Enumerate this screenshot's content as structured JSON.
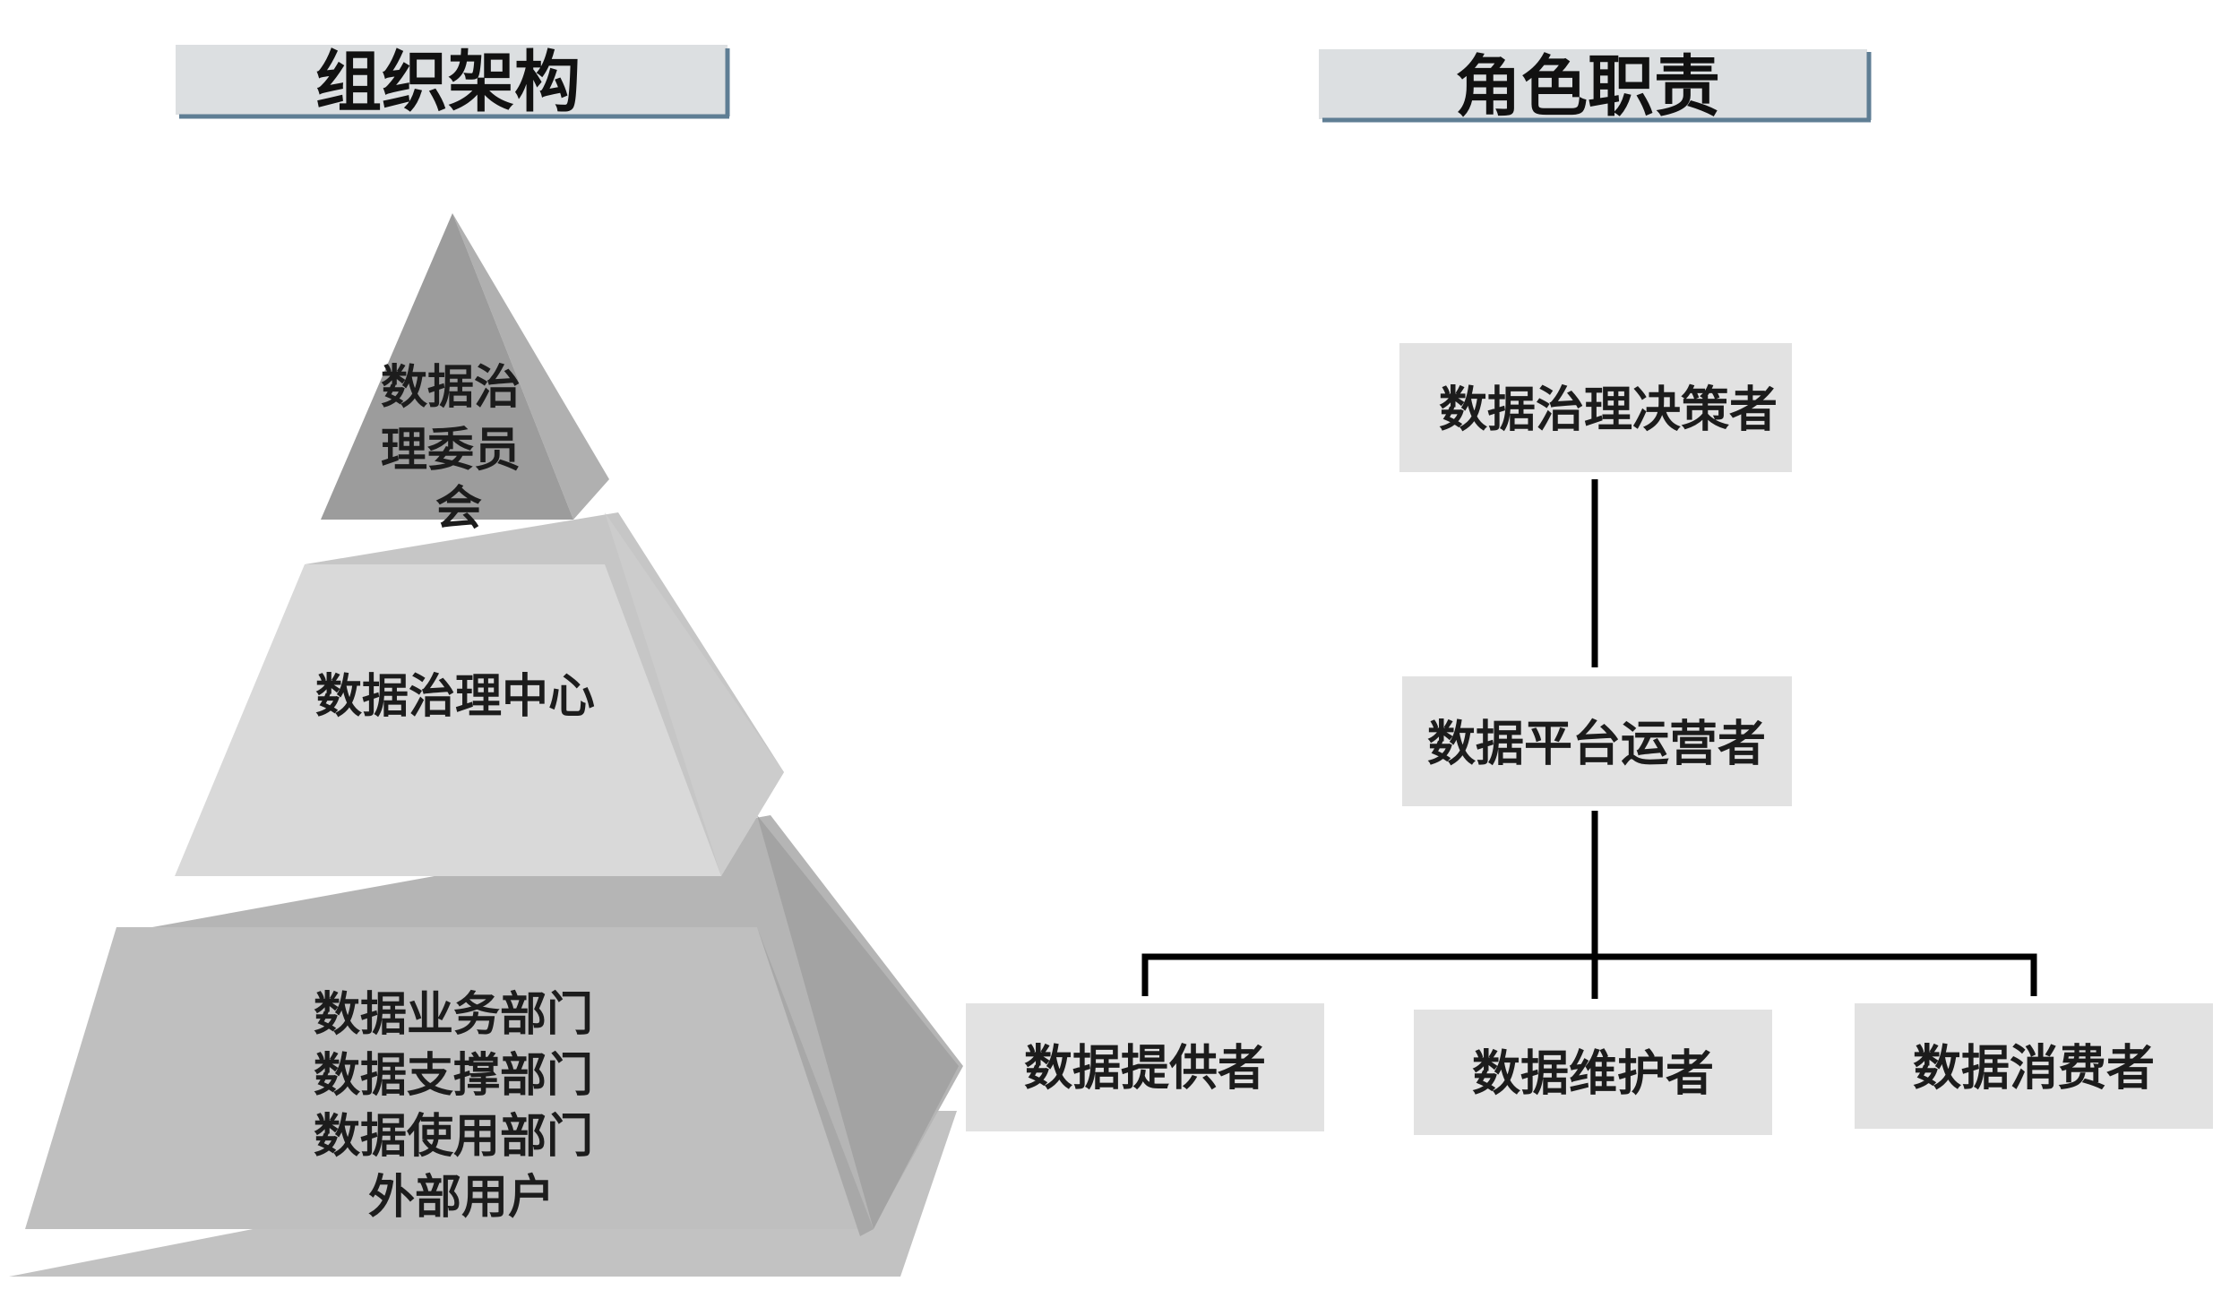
{
  "headers": {
    "left": "组织架构",
    "right": "角色职责"
  },
  "pyramid": {
    "top": [
      "数据治",
      "理委员",
      "会"
    ],
    "middle": [
      "数据治理中心"
    ],
    "bottom": [
      "数据业务部门",
      "数据支撑部门",
      "数据使用部门",
      "外部用户"
    ]
  },
  "roles": {
    "decision_maker": "数据治理决策者",
    "operator": "数据平台运营者",
    "provider": "数据提供者",
    "maintainer": "数据维护者",
    "consumer": "数据消费者"
  },
  "colors": {
    "header_fill": "#dcdfe1",
    "header_border": "#5f7e94",
    "tier_top": "#9a9a9a",
    "tier_middle": "#d9d9d9",
    "tier_bottom": "#bfbfbf",
    "role_box": "#e2e2e2",
    "connector": "#000000"
  }
}
